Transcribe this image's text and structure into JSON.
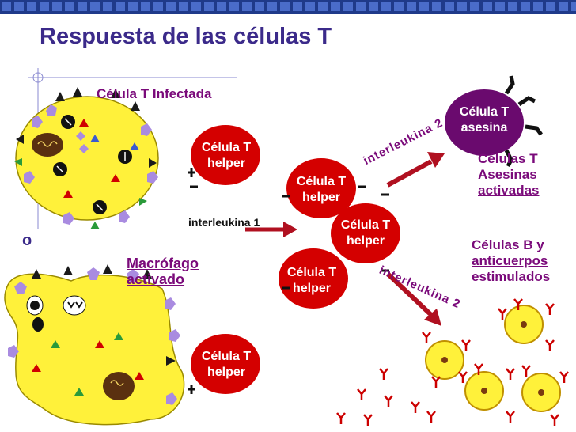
{
  "title": "Respuesta de las células T",
  "labels": {
    "infected_cell": "Célula T Infectada",
    "macrophage_line1": "Macrófago",
    "macrophage_line2": "activado",
    "helper1_line1": "Célula T",
    "helper1_line2": "helper",
    "helper2_line1": "Célula T",
    "helper2_line2": "helper",
    "helper3_line1": "Célula T",
    "helper3_line2": "helper",
    "helper4_line1": "Célula T",
    "helper4_line2": "helper",
    "helper5_line1": "Célula T",
    "helper5_line2": "helper",
    "killer_line1": "Célula T",
    "killer_line2": "asesina",
    "interleukin1": "interleukina 1",
    "interleukin2_up": "interleukina 2",
    "interleukin2_down": "interleukina 2",
    "activated_killers_line1": "Células T",
    "activated_killers_line2": "Asesinas",
    "activated_killers_line3": "activadas",
    "bcells_line1": "Células B y",
    "bcells_line2": "anticuerpos",
    "bcells_line3": "estimulados",
    "side_mark": "o"
  },
  "colors": {
    "title": "#3b2a8a",
    "topbar": "#1f3a8a",
    "cell_yellow": "#fff13a",
    "helper_red": "#d40000",
    "killer_purple": "#6a0a6e",
    "label_red": "#cc0000",
    "label_purple": "#7a0a7a",
    "arrow_red": "#b01020"
  }
}
